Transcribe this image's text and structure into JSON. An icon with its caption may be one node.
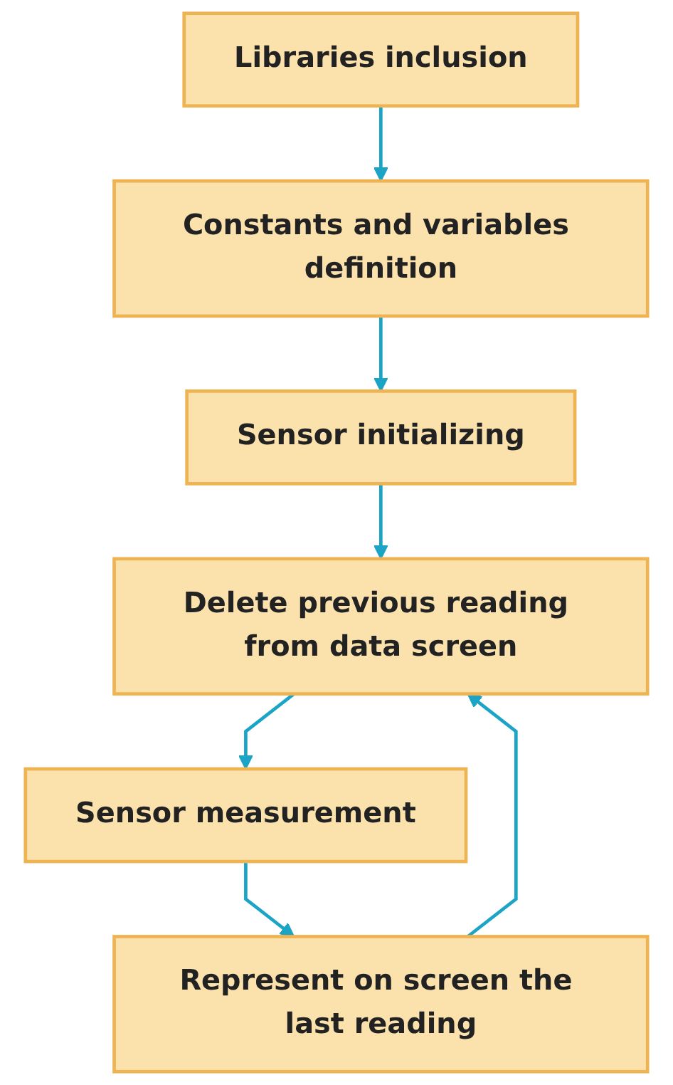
{
  "diagram": {
    "nodes": [
      {
        "text": [
          "Libraries inclusion"
        ]
      },
      {
        "text": [
          "Constants and variables definition"
        ]
      },
      {
        "text": [
          "Sensor initializing"
        ]
      },
      {
        "text": [
          "Delete previous reading from data screen"
        ]
      },
      {
        "text": [
          "Sensor measurement"
        ]
      },
      {
        "text": [
          "Represent on screen the last reading"
        ]
      }
    ],
    "edges": [
      {
        "from": 0,
        "to": 1,
        "arrow": "to"
      },
      {
        "from": 1,
        "to": 2,
        "arrow": "to"
      },
      {
        "from": 2,
        "to": 3,
        "arrow": "to"
      },
      {
        "from": 3,
        "to": 4,
        "arrow": "to"
      },
      {
        "from": 4,
        "to": 5,
        "arrow": "to"
      },
      {
        "from": 5,
        "to": 3,
        "arrow": "to"
      }
    ]
  }
}
